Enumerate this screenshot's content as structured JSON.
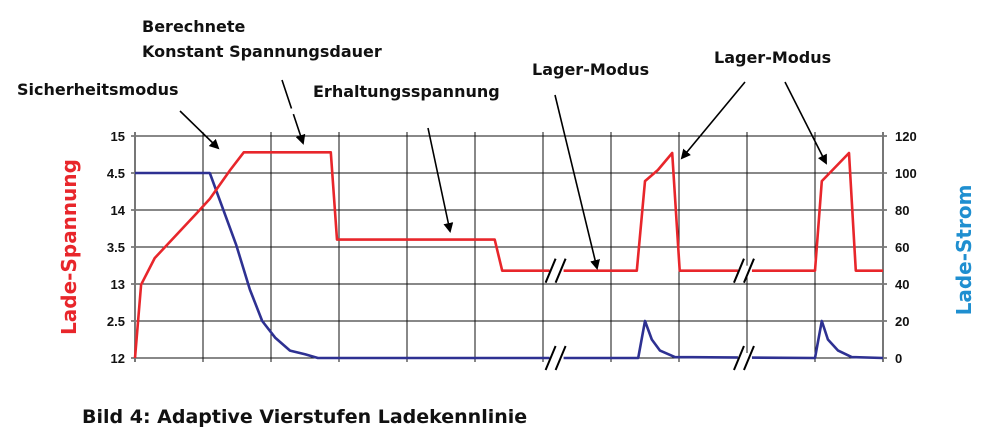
{
  "chart_data": {
    "type": "line",
    "title": "",
    "caption": "Bild 4: Adaptive Vierstufen Ladekennlinie",
    "ylabel_left": "Lade-Spannung",
    "ylabel_right": "Lade-Strom",
    "xlabel": "",
    "x_range": [
      0,
      11
    ],
    "ylim_left": [
      12,
      15
    ],
    "ylim_right": [
      0,
      120
    ],
    "grid": true,
    "y_ticks_left": [
      "15",
      "4.5",
      "14",
      "3.5",
      "13",
      "2.5",
      "12"
    ],
    "y_ticks_right": [
      "120",
      "100",
      "80",
      "60",
      "40",
      "20",
      "0"
    ],
    "x_breaks": [
      6.2,
      8.97
    ],
    "annotations": [
      {
        "text": "Sicherheitsmodus"
      },
      {
        "text": "Berechnete"
      },
      {
        "text": "Konstant Spannungsdauer"
      },
      {
        "text": "Erhaltungsspannung"
      },
      {
        "text": "Lager-Modus"
      },
      {
        "text": "Lager-Modus"
      }
    ],
    "series": [
      {
        "name": "Lade-Spannung",
        "axis": "left",
        "color": "#e8262b",
        "x": [
          0,
          0.09,
          0.29,
          0.91,
          1.1,
          1.4,
          1.6,
          2.88,
          2.97,
          5.29,
          5.4,
          7.38,
          7.5,
          7.69,
          7.9,
          8.01,
          10.0,
          10.1,
          10.5,
          10.6,
          11
        ],
        "y": [
          12,
          12.99,
          13.35,
          13.96,
          14.15,
          14.54,
          14.78,
          14.78,
          13.6,
          13.6,
          13.18,
          13.18,
          14.39,
          14.54,
          14.77,
          13.18,
          13.18,
          14.39,
          14.77,
          13.18,
          13.18
        ]
      },
      {
        "name": "Lade-Strom",
        "axis": "right",
        "color": "#2e3192",
        "x": [
          0,
          1.1,
          1.49,
          1.69,
          1.87,
          2.06,
          2.28,
          2.5,
          2.69,
          7.4,
          7.5,
          7.6,
          7.72,
          7.94,
          10.0,
          10.1,
          10.19,
          10.34,
          10.54,
          11
        ],
        "y": [
          100,
          100,
          61,
          37,
          20,
          11,
          4,
          2,
          0,
          0,
          20,
          10,
          4,
          0.5,
          0,
          20,
          10,
          4,
          0.5,
          0
        ]
      }
    ]
  }
}
